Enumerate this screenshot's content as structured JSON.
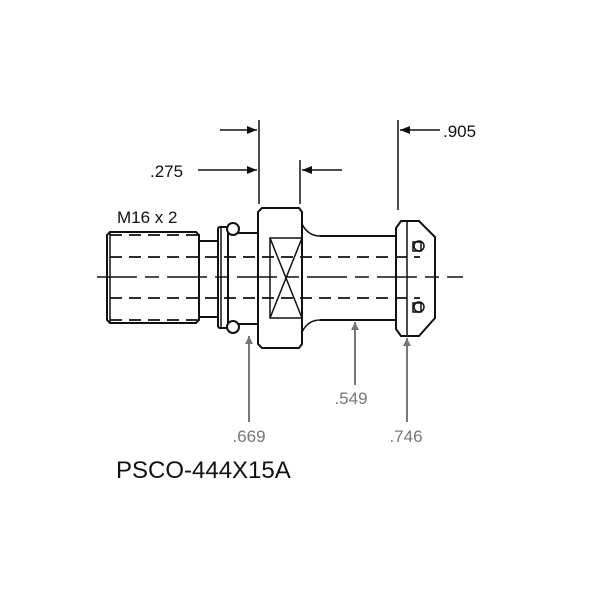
{
  "part_number": "PSCO-444X15A",
  "thread_spec": "M16 x 2",
  "dimensions": {
    "top": [
      ".275",
      ".905"
    ],
    "bottom": [
      ".669",
      ".549",
      ".746"
    ]
  },
  "colors": {
    "line": "#111111",
    "leader": "#777777"
  }
}
